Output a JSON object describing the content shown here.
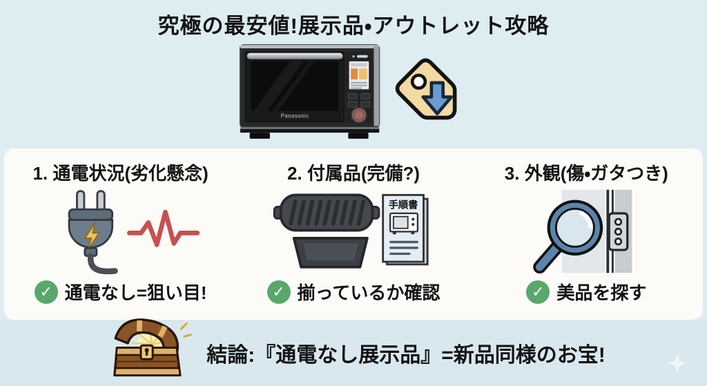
{
  "title": "究極の最安値!展示品・アウトレット攻略",
  "hero": {
    "microwave": {
      "brand": "Panasonic"
    },
    "price_tag": {
      "icon": "price-tag-down-arrow"
    }
  },
  "checklist": [
    {
      "heading": "1. 通電状況(劣化懸念)",
      "icon": "power-plug-pulse-icon",
      "check_label": "通電なし=狙い目!"
    },
    {
      "heading": "2. 付属品(完備?)",
      "icon": "trays-and-manual-icon",
      "manual_title": "手順書",
      "check_label": "揃っているか確認"
    },
    {
      "heading": "3. 外観(傷・ガタつき)",
      "icon": "magnifier-on-door-icon",
      "check_label": "美品を探す"
    }
  ],
  "conclusion": "結論:『通電なし展示品』=新品同様のお宝!",
  "icons": {
    "check": "✓",
    "sparkle": "four-point-star"
  },
  "colors": {
    "bg_top": "#ddedf2",
    "bg_bottom": "#d8e8ee",
    "panel_white": "#fcfbf8",
    "check_green": "#58a86b",
    "pulse_red": "#c5514f",
    "tag_cream": "#f3d9a2",
    "arrow_blue": "#6b9bd2",
    "chest_brown": "#8a5426",
    "chest_tan": "#e0b266"
  }
}
